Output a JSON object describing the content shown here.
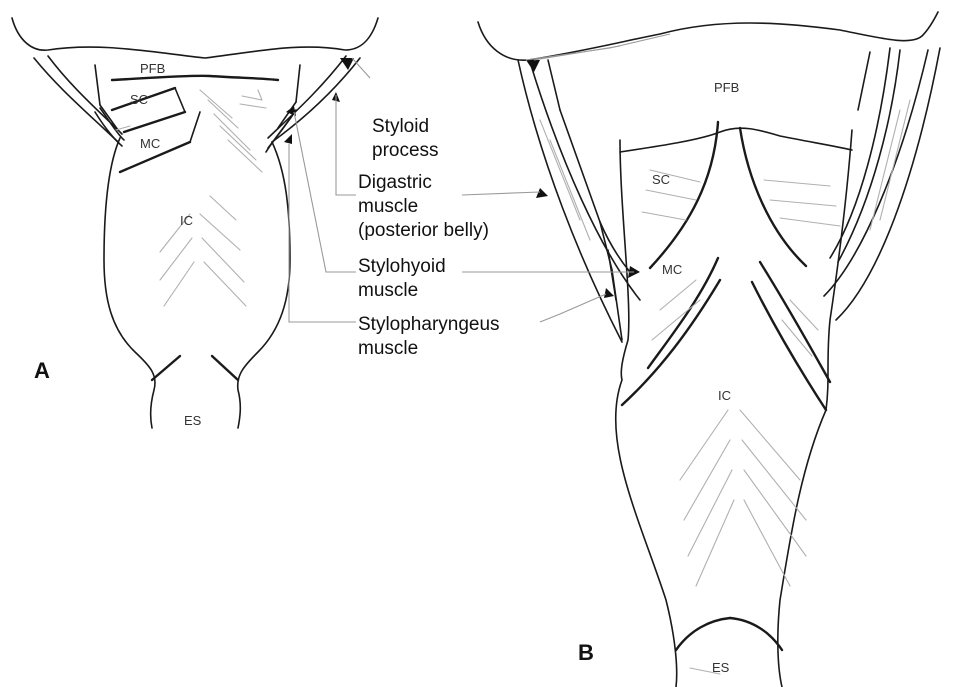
{
  "panel_a": {
    "letter": "A",
    "labels": {
      "pfb": "PFB",
      "sc": "SC",
      "mc": "MC",
      "ic": "IC",
      "es": "ES"
    }
  },
  "panel_b": {
    "letter": "B",
    "labels": {
      "pfb": "PFB",
      "sc": "SC",
      "mc": "MC",
      "ic": "IC",
      "es": "ES"
    }
  },
  "callouts": {
    "styloid": [
      "Styloid",
      "process"
    ],
    "digastric": [
      "Digastric",
      "muscle",
      "(posterior belly)"
    ],
    "stylohyoid": [
      "Stylohyoid",
      "muscle"
    ],
    "stylopharyngeus": [
      "Stylopharyngeus",
      "muscle"
    ]
  }
}
